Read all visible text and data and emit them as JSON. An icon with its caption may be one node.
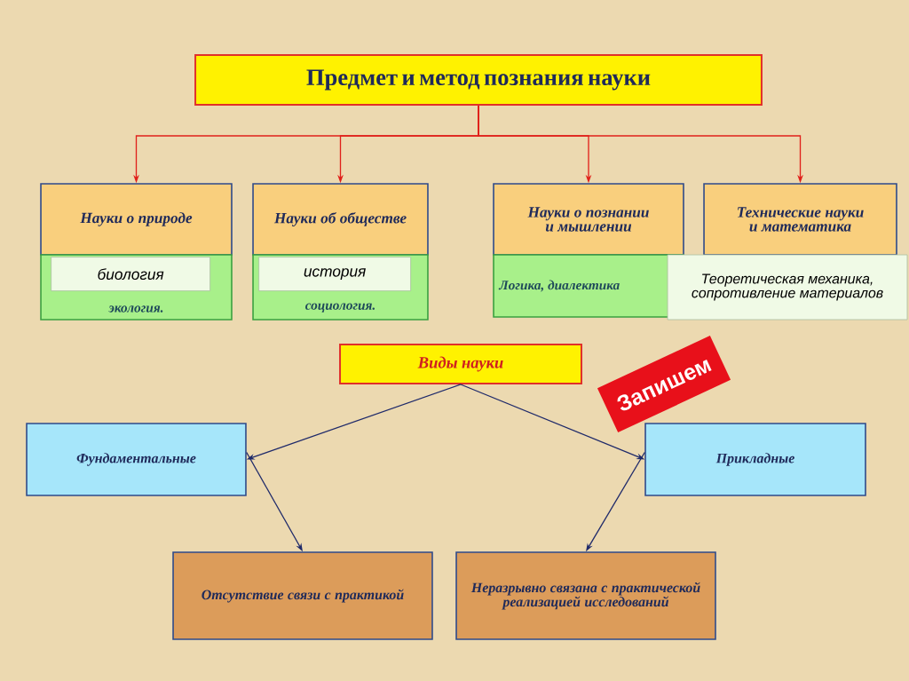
{
  "diagram": {
    "nodes": [
      {
        "text": [
          "Предмет и метод познания науки"
        ]
      },
      {
        "text": [
          "Науки о природе"
        ]
      },
      {
        "text": [
          "экология."
        ]
      },
      {
        "text": [
          "биология"
        ],
        "in": 2
      },
      {
        "text": [
          "Науки об обществе"
        ]
      },
      {
        "text": [
          "социология."
        ]
      },
      {
        "text": [
          "история"
        ],
        "in": 5
      },
      {
        "text": [
          "Науки о познании и мышлении"
        ]
      },
      {
        "text": [
          "Логика, диалектика"
        ]
      },
      {
        "text": [
          "Технические науки и математика"
        ]
      },
      {
        "text": [
          "Теоретическая механика, сопротивление материалов"
        ]
      },
      {
        "text": [
          "Виды науки"
        ]
      },
      {
        "text": [
          "Фундаментальные"
        ]
      },
      {
        "text": [
          "Прикладные"
        ]
      },
      {
        "text": [
          "Отсутствие связи с практикой"
        ]
      },
      {
        "text": [
          "Неразрывно связана с практической реализацией исследований"
        ]
      },
      {
        "text": [
          "Запишем"
        ]
      }
    ],
    "edges": [
      {
        "from": 0,
        "to": 1,
        "arrow": "to"
      },
      {
        "from": 0,
        "to": 4,
        "arrow": "to"
      },
      {
        "from": 0,
        "to": 7,
        "arrow": "to"
      },
      {
        "from": 0,
        "to": 9,
        "arrow": "to"
      },
      {
        "from": 11,
        "to": 12,
        "arrow": "to",
        "color": "#1f2a6a"
      },
      {
        "from": 11,
        "to": 13,
        "arrow": "to",
        "color": "#1f2a6a"
      },
      {
        "from": 12,
        "to": 14,
        "arrow": "to",
        "color": "#1f2a6a"
      },
      {
        "from": 13,
        "to": 15,
        "arrow": "to",
        "color": "#1f2a6a"
      }
    ]
  }
}
